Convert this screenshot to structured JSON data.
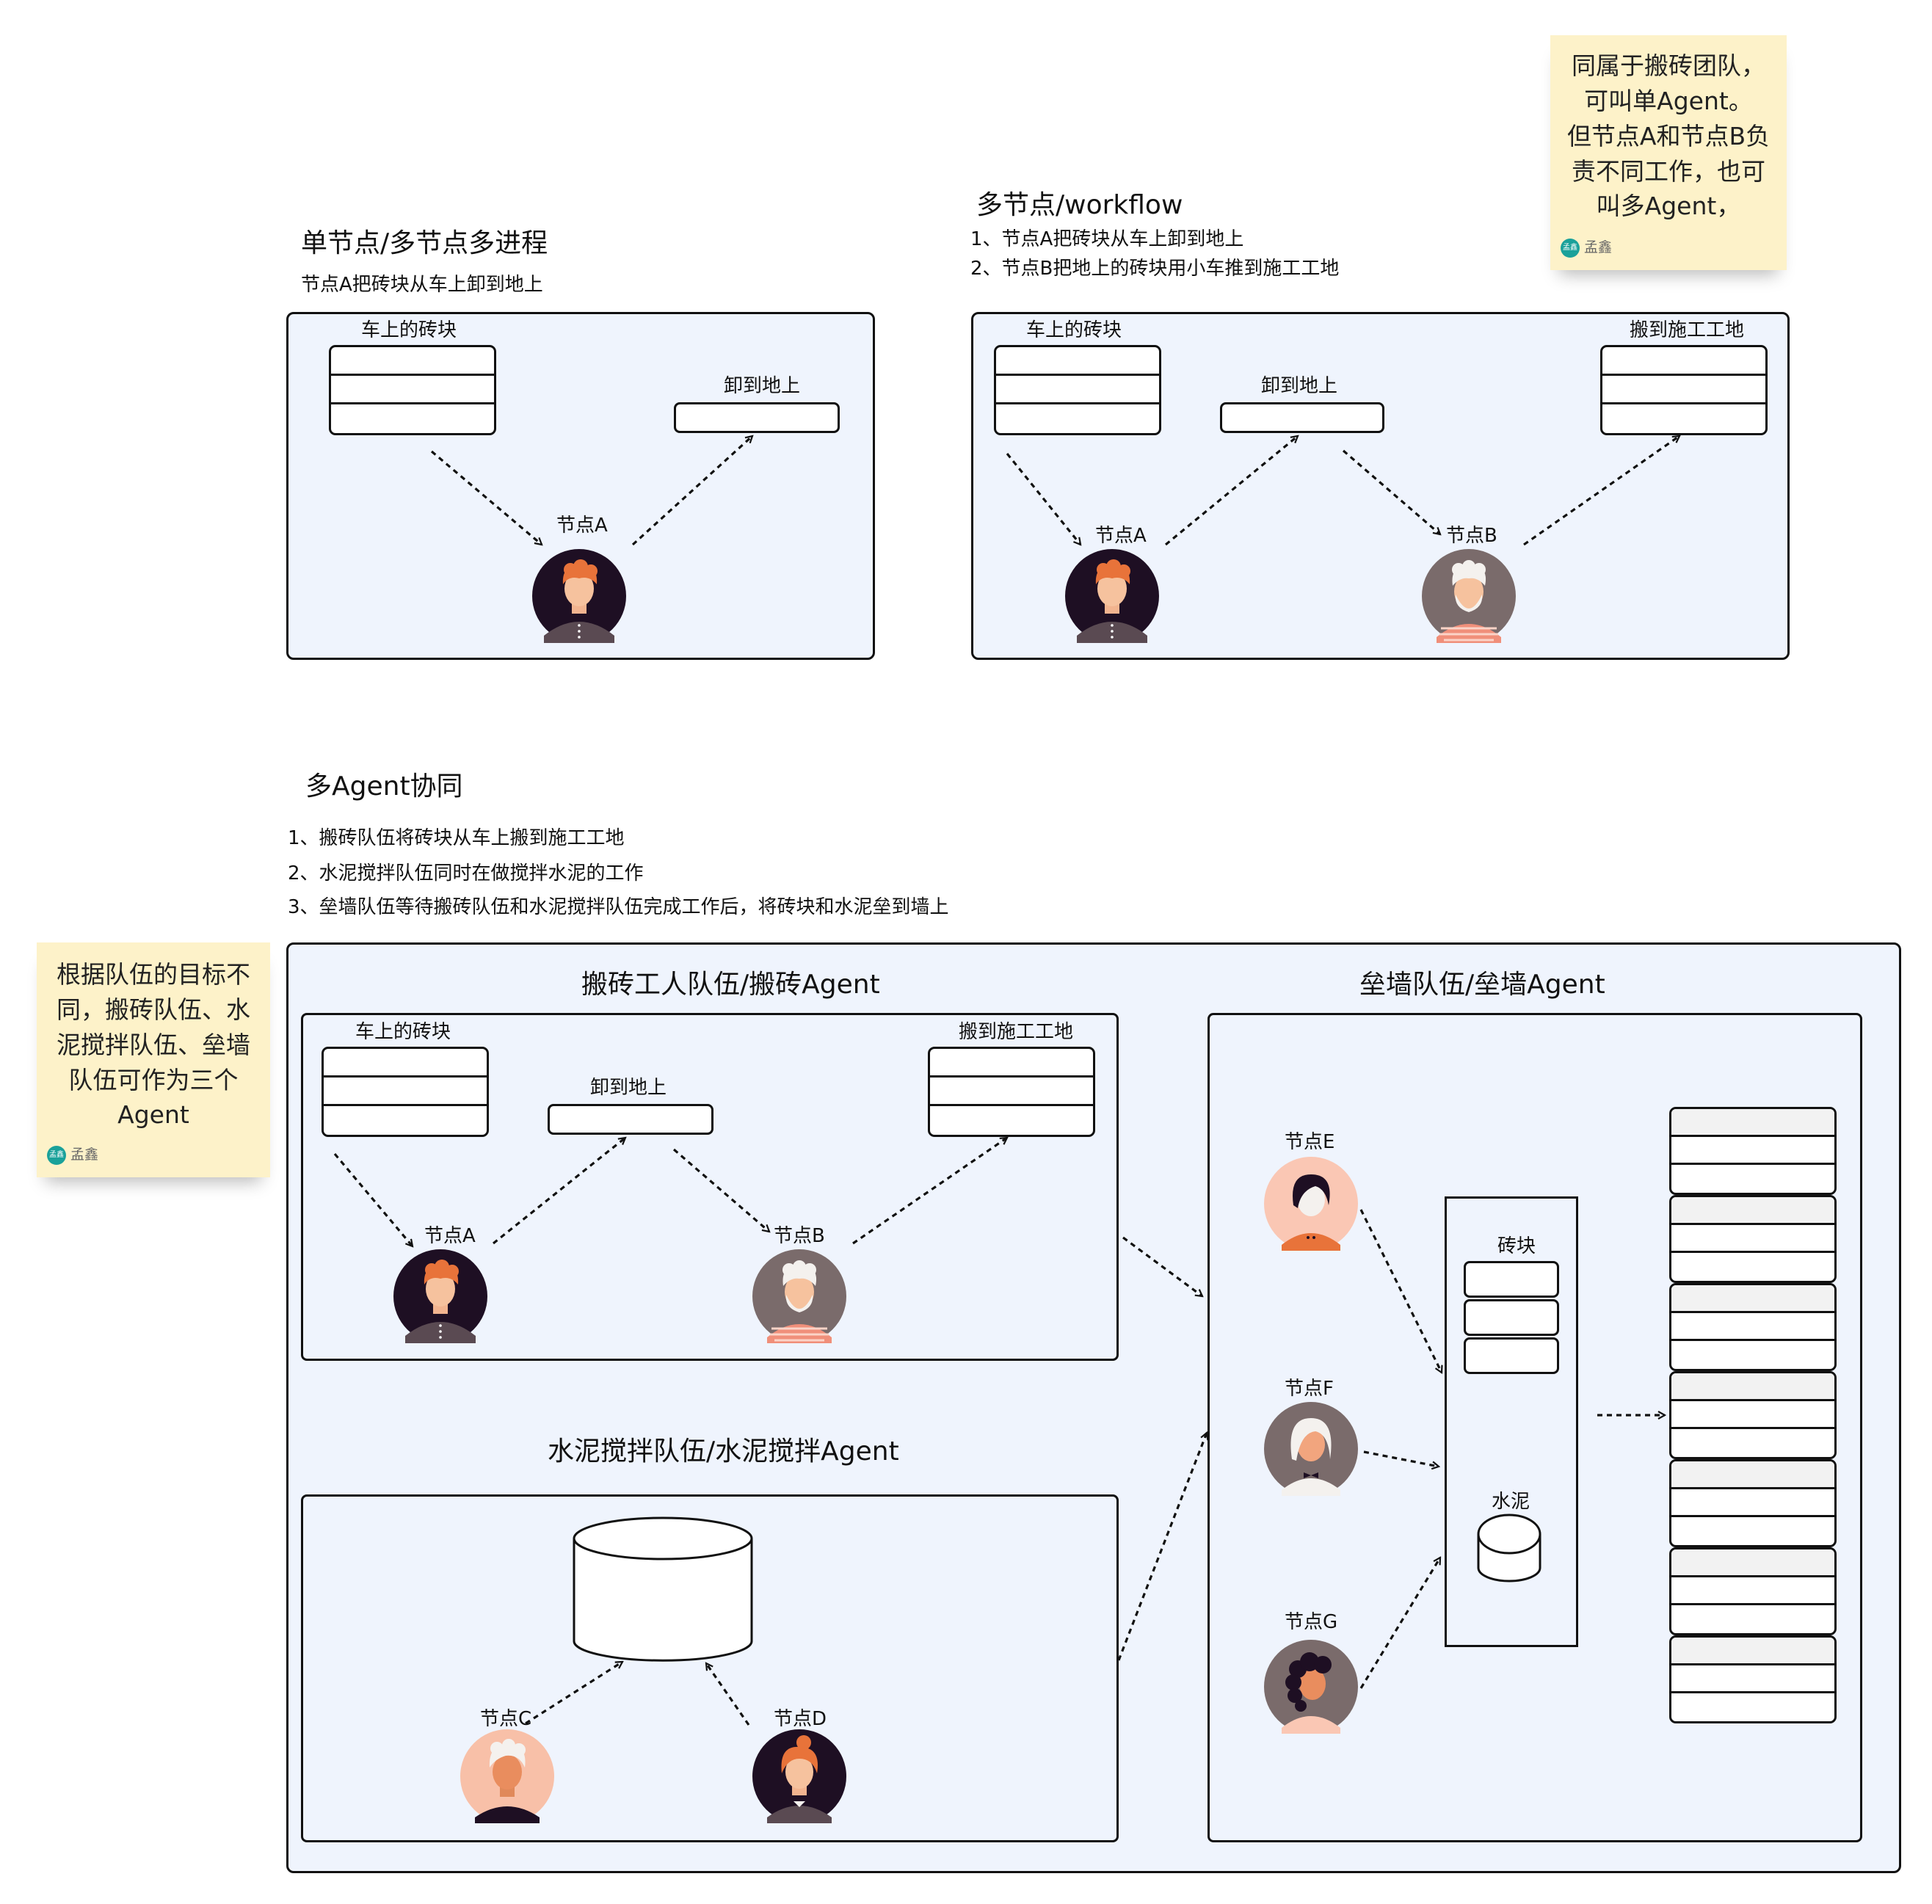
{
  "sticky_top": {
    "lines": [
      "同属于搬砖团队，",
      "可叫单Agent。",
      "但节点A和节点B负",
      "责不同工作，也可",
      "叫多Agent，"
    ],
    "author": "孟鑫"
  },
  "sticky_left": {
    "lines": [
      "根据队伍的目标不",
      "同，搬砖队伍、水",
      "泥搅拌队伍、垒墙",
      "队伍可作为三个",
      "Agent"
    ],
    "author": "孟鑫"
  },
  "section1": {
    "title": "单节点/多节点多进程",
    "subtitle": "节点A把砖块从车上卸到地上",
    "stack_label": "车上的砖块",
    "bar_label": "卸到地上",
    "node_label": "节点A"
  },
  "section2": {
    "title": "多节点/workflow",
    "steps": [
      "1、节点A把砖块从车上卸到地上",
      "2、节点B把地上的砖块用小车推到施工工地"
    ],
    "stack1_label": "车上的砖块",
    "bar_label": "卸到地上",
    "stack2_label": "搬到施工工地",
    "nodeA_label": "节点A",
    "nodeB_label": "节点B"
  },
  "section3": {
    "title": "多Agent协同",
    "steps": [
      "1、搬砖队伍将砖块从车上搬到施工工地",
      "2、水泥搅拌队伍同时在做搅拌水泥的工作",
      "3、垒墙队伍等待搬砖队伍和水泥搅拌队伍完成工作后，将砖块和水泥垒到墙上"
    ],
    "brick_team": {
      "title": "搬砖工人队伍/搬砖Agent",
      "stack1_label": "车上的砖块",
      "bar_label": "卸到地上",
      "stack2_label": "搬到施工工地",
      "nodeA_label": "节点A",
      "nodeB_label": "节点B"
    },
    "cement_team": {
      "title": "水泥搅拌队伍/水泥搅拌Agent",
      "nodeC_label": "节点C",
      "nodeD_label": "节点D"
    },
    "wall_team": {
      "title": "垒墙队伍/垒墙Agent",
      "nodeE_label": "节点E",
      "nodeF_label": "节点F",
      "nodeG_label": "节点G",
      "brick_label": "砖块",
      "cement_label": "水泥"
    }
  },
  "colors": {
    "panel_bg": "#eff4fd",
    "sticky_bg": "#fdf2c9",
    "stroke": "#111111",
    "hair_orange": "#e8733a"
  }
}
